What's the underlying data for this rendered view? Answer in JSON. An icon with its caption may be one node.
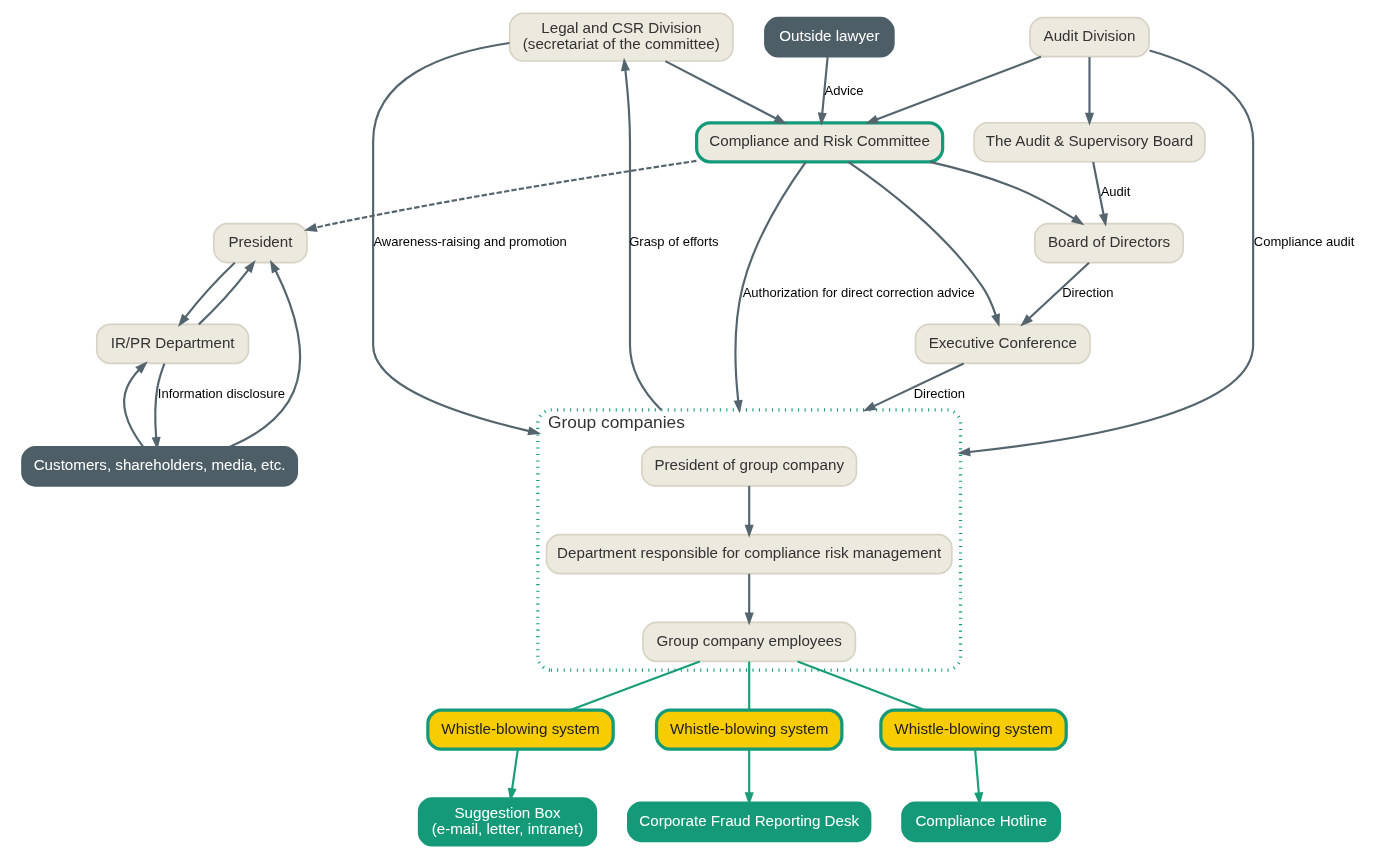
{
  "diagram": {
    "nodes": [
      {
        "text": [
          "Group companies"
        ]
      },
      {
        "text": [
          "Customers, shareholders, media, etc."
        ]
      },
      {
        "text": [
          "IR/PR Department"
        ]
      },
      {
        "text": [
          "President"
        ]
      },
      {
        "text": [
          "Group company employees"
        ],
        "in": 0
      },
      {
        "text": [
          "Whistle-blowing system"
        ]
      },
      {
        "text": [
          "Suggestion Box",
          "(e-mail, letter, intranet)"
        ]
      },
      {
        "text": [
          "Audit Division"
        ]
      },
      {
        "text": [
          "The Audit & Supervisory Board"
        ]
      },
      {
        "text": [
          "Whistle-blowing system"
        ]
      },
      {
        "text": [
          "Corporate Fraud Reporting Desk"
        ]
      },
      {
        "text": [
          "Outside lawyer"
        ]
      },
      {
        "text": [
          "Compliance and Risk Committee"
        ]
      },
      {
        "text": [
          "Board of Directors"
        ]
      },
      {
        "text": [
          "Whistle-blowing system"
        ]
      },
      {
        "text": [
          "Compliance Hotline"
        ]
      },
      {
        "text": [
          "Legal and CSR Division",
          "(secretariat of the committee)"
        ]
      },
      {
        "text": [
          "Executive Conference"
        ]
      },
      {
        "text": [
          "Department responsible for compliance risk management"
        ],
        "in": 0
      },
      {
        "text": [
          "President of group company"
        ],
        "in": 0
      }
    ],
    "edges": [
      {
        "from": 1,
        "to": 2,
        "arrow": "to"
      },
      {
        "from": 2,
        "to": 1,
        "arrow": "to",
        "label": "Information disclosure"
      },
      {
        "from": 1,
        "to": 3,
        "arrow": "to"
      },
      {
        "from": 3,
        "to": 2,
        "arrow": "to"
      },
      {
        "from": 2,
        "to": 3,
        "arrow": "to"
      },
      {
        "from": 4,
        "to": 5,
        "arrow": "none",
        "color": "#1a9e78"
      },
      {
        "from": 5,
        "to": 6,
        "arrow": "to",
        "color": "#1a9e78"
      },
      {
        "from": 12,
        "to": 3,
        "arrow": "to",
        "style": "dashed"
      },
      {
        "from": 7,
        "to": 0,
        "arrow": "to",
        "label": "Compliance audit"
      },
      {
        "from": 7,
        "to": 8,
        "arrow": "to"
      },
      {
        "from": 7,
        "to": 12,
        "arrow": "to"
      },
      {
        "from": 4,
        "to": 9,
        "arrow": "none",
        "color": "#1a9e78"
      },
      {
        "from": 9,
        "to": 10,
        "arrow": "to",
        "color": "#1a9e78"
      },
      {
        "from": 11,
        "to": 12,
        "arrow": "to",
        "label": "Advice"
      },
      {
        "from": 8,
        "to": 13,
        "arrow": "to",
        "label": "Audit"
      },
      {
        "from": 12,
        "to": 13,
        "arrow": "to"
      },
      {
        "from": 4,
        "to": 14,
        "arrow": "none",
        "color": "#1a9e78"
      },
      {
        "from": 14,
        "to": 15,
        "arrow": "to",
        "color": "#1a9e78"
      },
      {
        "from": 16,
        "to": 12,
        "arrow": "to"
      },
      {
        "from": 12,
        "to": 17,
        "arrow": "to"
      },
      {
        "from": 13,
        "to": 17,
        "arrow": "to",
        "label": "Direction"
      },
      {
        "from": 16,
        "to": 0,
        "arrow": "to",
        "label": "Awareness-raising and promotion"
      },
      {
        "from": 0,
        "to": 16,
        "arrow": "to",
        "label": "Grasp of efforts"
      },
      {
        "from": 12,
        "to": 0,
        "arrow": "to",
        "label": "Authorization for direct correction advice"
      },
      {
        "from": 17,
        "to": 0,
        "arrow": "to",
        "label": "Direction"
      },
      {
        "from": 19,
        "to": 18,
        "arrow": "to"
      },
      {
        "from": 18,
        "to": 4,
        "arrow": "to"
      }
    ]
  }
}
